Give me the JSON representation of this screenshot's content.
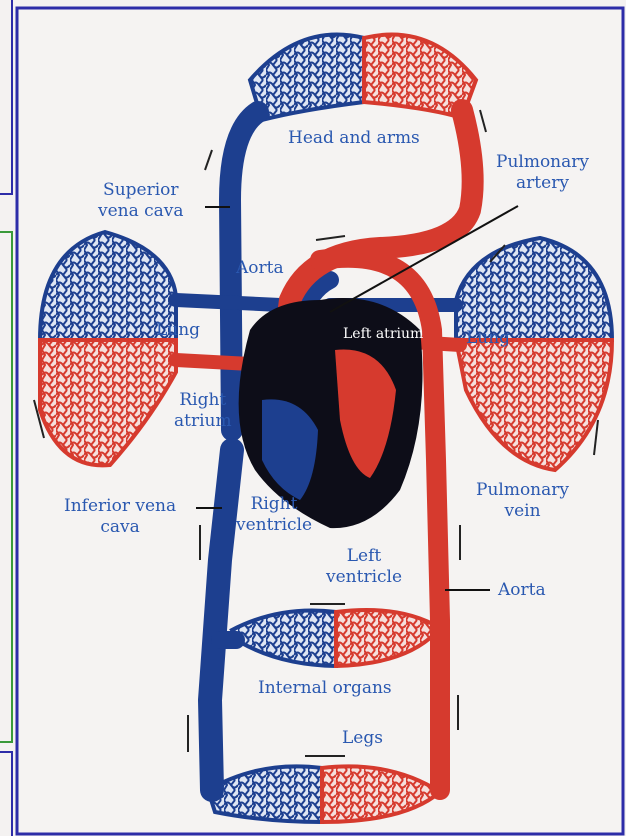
{
  "labels": {
    "head_arms": "Head and arms",
    "pulmonary_artery_1": "Pulmonary",
    "pulmonary_artery_2": "artery",
    "superior_vc_1": "Superior",
    "superior_vc_2": "vena cava",
    "aorta_top": "Aorta",
    "lung_left": "Lung",
    "lung_right": "Lung",
    "left_atrium": "Left atrium",
    "right_atrium_1": "Right",
    "right_atrium_2": "atrium",
    "pulmonary_vein_1": "Pulmonary",
    "pulmonary_vein_2": "vein",
    "inferior_vc_1": "Inferior vena",
    "inferior_vc_2": "cava",
    "right_ventricle_1": "Right",
    "right_ventricle_2": "ventricle",
    "left_ventricle_1": "Left",
    "left_ventricle_2": "ventricle",
    "aorta_bottom": "Aorta",
    "internal_organs": "Internal organs",
    "legs": "Legs"
  },
  "colors": {
    "deoxygenated": "#1d3f8f",
    "oxygenated": "#d63a2e",
    "heart": "#0d0d18",
    "label": "#2a58b0",
    "frame": "#2d2da8",
    "side_box": "#3a9a3a"
  }
}
